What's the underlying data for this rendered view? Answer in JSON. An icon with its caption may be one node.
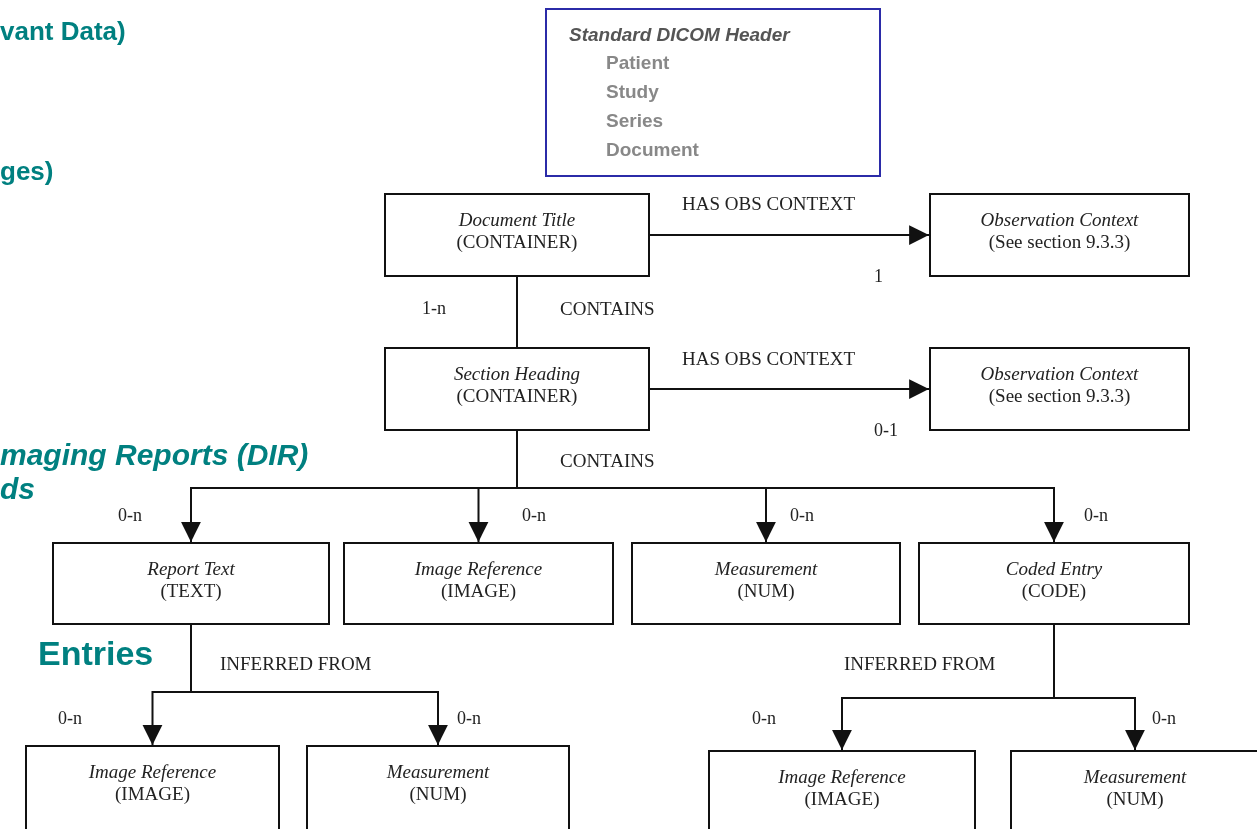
{
  "diagram": {
    "nodes": [
      {
        "text": [
          "Standard DICOM Header",
          "Patient",
          "Study",
          "Series",
          "Document"
        ]
      },
      {
        "text": [
          "Document Title",
          "(CONTAINER)"
        ]
      },
      {
        "text": [
          "Observation Context",
          "(See section 9.3.3)"
        ]
      },
      {
        "text": [
          "Section Heading",
          "(CONTAINER)"
        ]
      },
      {
        "text": [
          "Observation Context",
          "(See section 9.3.3)"
        ]
      },
      {
        "text": [
          "Report Text",
          "(TEXT)"
        ]
      },
      {
        "text": [
          "Image Reference",
          "(IMAGE)"
        ]
      },
      {
        "text": [
          "Measurement",
          "(NUM)"
        ]
      },
      {
        "text": [
          "Coded Entry",
          "(CODE)"
        ]
      },
      {
        "text": [
          "Image Reference",
          "(IMAGE)"
        ]
      },
      {
        "text": [
          "Measurement",
          "(NUM)"
        ]
      },
      {
        "text": [
          "Image Reference",
          "(IMAGE)"
        ]
      },
      {
        "text": [
          "Measurement",
          "(NUM)"
        ]
      }
    ],
    "edges": [
      {
        "from": 1,
        "to": 2,
        "arrow": "to",
        "label": "HAS OBS CONTEXT"
      },
      {
        "from": 1,
        "to": 3,
        "arrow": "none",
        "label": "CONTAINS"
      },
      {
        "from": 3,
        "to": 4,
        "arrow": "to",
        "label": "HAS OBS CONTEXT"
      },
      {
        "from": 3,
        "to": 5,
        "arrow": "to",
        "label": "CONTAINS"
      },
      {
        "from": 3,
        "to": 6,
        "arrow": "to"
      },
      {
        "from": 3,
        "to": 7,
        "arrow": "to"
      },
      {
        "from": 3,
        "to": 8,
        "arrow": "to"
      },
      {
        "from": 5,
        "to": 9,
        "arrow": "to",
        "label": "INFERRED FROM"
      },
      {
        "from": 5,
        "to": 10,
        "arrow": "to"
      },
      {
        "from": 8,
        "to": 11,
        "arrow": "to",
        "label": "INFERRED FROM"
      },
      {
        "from": 8,
        "to": 12,
        "arrow": "to"
      }
    ],
    "labels": [
      "vant Data)",
      "ges)",
      "1",
      "1-n",
      "0-1",
      "maging Reports (DIR)",
      "ds",
      "0-n",
      "0-n",
      "0-n",
      "0-n",
      "Entries",
      "0-n",
      "0-n",
      "0-n",
      "0-n"
    ]
  }
}
